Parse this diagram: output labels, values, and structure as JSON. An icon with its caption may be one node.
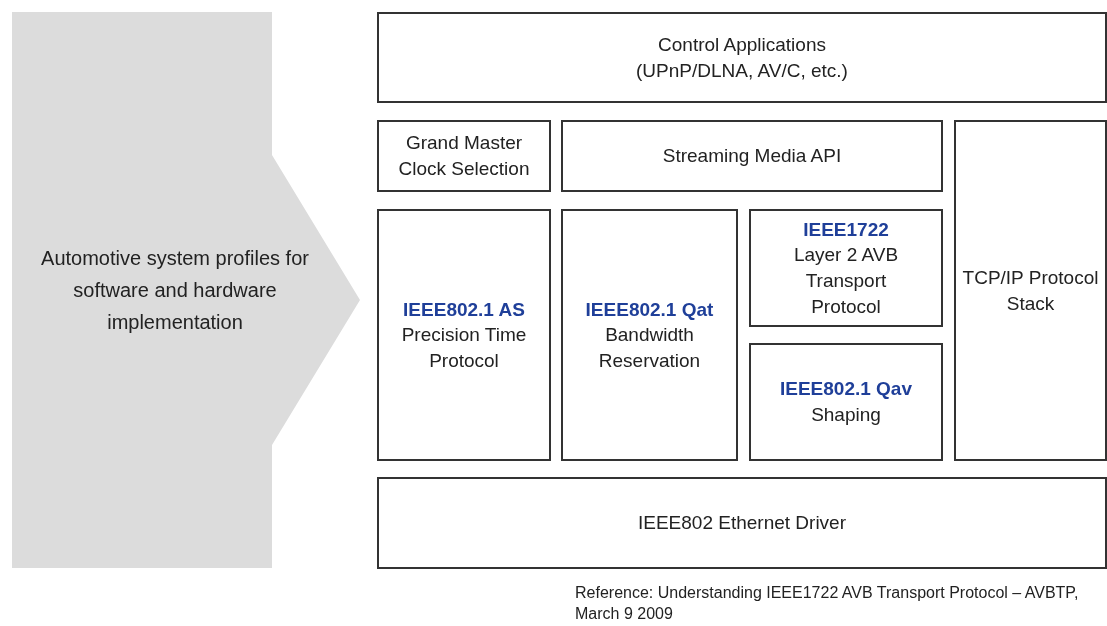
{
  "diagram": {
    "nodes": [
      {
        "text": [
          "Automotive system profiles for software and hardware implementation"
        ]
      },
      {
        "text": [
          "Control Applications",
          "(UPnP/DLNA, AV/C, etc.)"
        ]
      },
      {
        "text": [
          "Grand Master Clock Selection"
        ]
      },
      {
        "text": [
          "Streaming Media API"
        ]
      },
      {
        "text": [
          "TCP/IP Protocol Stack"
        ]
      },
      {
        "text": [
          "IEEE802.1 AS",
          "Precision Time Protocol"
        ]
      },
      {
        "text": [
          "IEEE802.1 Qat",
          "Bandwidth Reservation"
        ]
      },
      {
        "text": [
          "IEEE1722",
          "Layer 2 AVB Transport Protocol"
        ]
      },
      {
        "text": [
          "IEEE802.1 Qav",
          "Shaping"
        ]
      },
      {
        "text": [
          "IEEE802 Ethernet Driver"
        ]
      }
    ],
    "labels": [
      "Reference: Understanding IEEE1722 AVB Transport Protocol – AVBTP, March 9 2009"
    ]
  }
}
